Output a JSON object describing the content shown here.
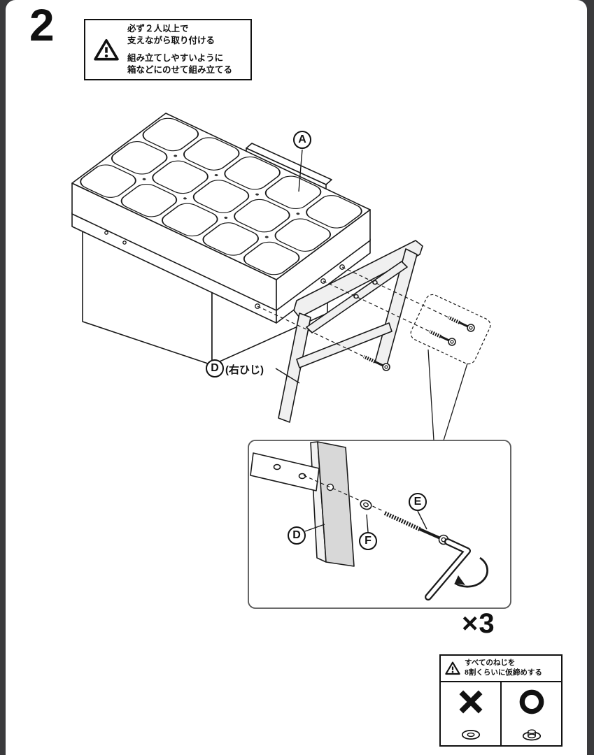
{
  "step": {
    "number": "2"
  },
  "warning_box": {
    "line1": "必ず２人以上で",
    "line2": "支えながら取り付ける",
    "line3": "組み立てしやすいように",
    "line4": "箱などにのせて組み立てる"
  },
  "labels": {
    "a": "A",
    "d": "D",
    "d_note": "(右ひじ)",
    "e": "E",
    "f": "F"
  },
  "quantity": {
    "text": "×3"
  },
  "tips_box": {
    "line1": "すべてのねじを",
    "line2": "8割くらいに仮締めする"
  },
  "colors": {
    "ink": "#1a1a1a",
    "paper": "#ffffff",
    "backdrop": "#3a3a3c",
    "wood_gray": "#d8d8d8"
  },
  "icons": {
    "warning": "warning-triangle-icon",
    "wrong": "wrong-cross-mark-icon",
    "correct": "correct-circle-mark-icon",
    "washer_flat": "washer-icon",
    "washer_nut": "washer-with-nut-icon",
    "rotation": "rotation-arrow-icon"
  }
}
